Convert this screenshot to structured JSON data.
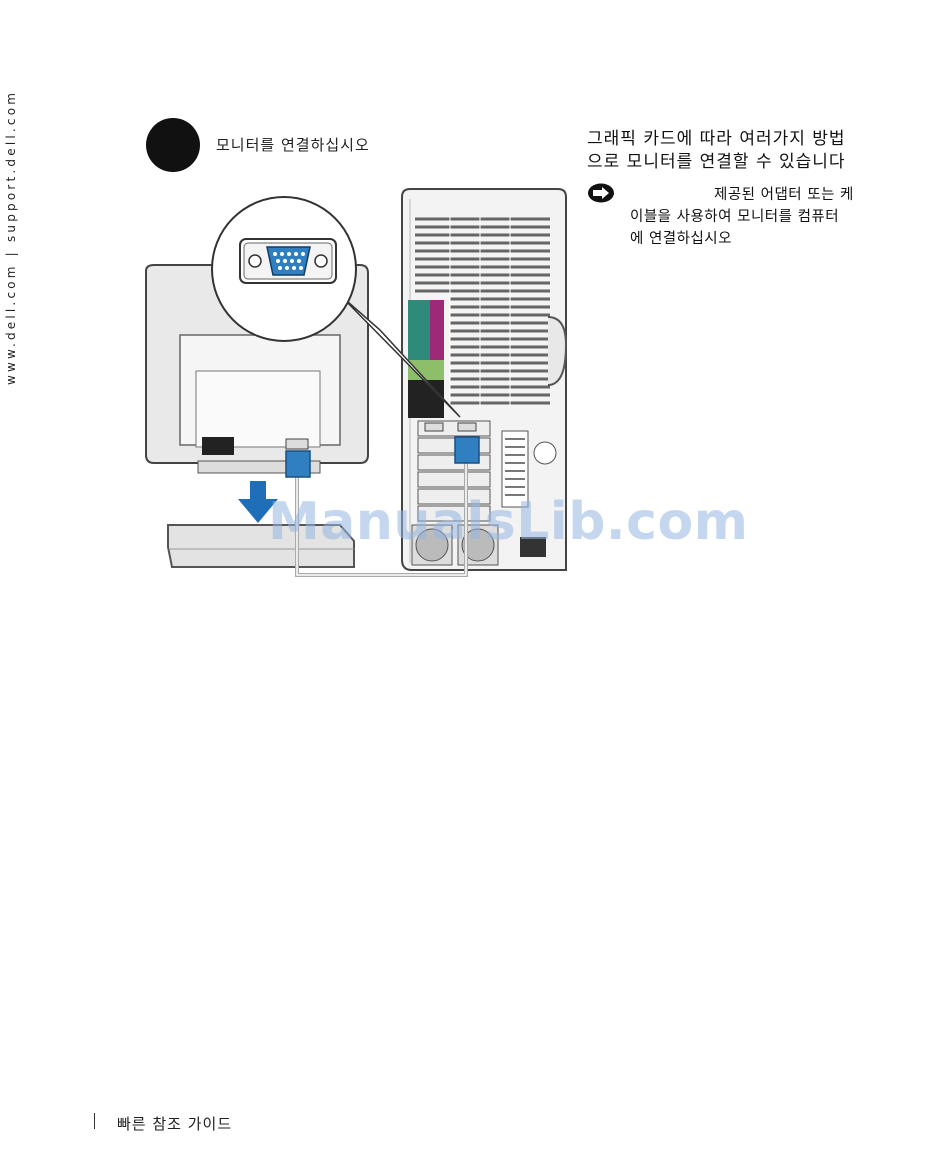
{
  "sidebar": {
    "url_text": "www.dell.com | support.dell.com"
  },
  "step": {
    "title": "모니터를 연결하십시오"
  },
  "intro": {
    "line1": "그래픽 카드에 따라 여러가지 방법",
    "line2": "으로 모니터를 연결할 수 있습니다"
  },
  "notice": {
    "icon": "notice-icon",
    "line1": "제공된 어댑터 또는 케",
    "line2": "이블을 사용하여 모니터를 컴퓨터",
    "line3": "에 연결하십시오"
  },
  "watermark": {
    "text": "ManualsLib.com"
  },
  "footer": {
    "text": "빠른 참조 가이드"
  },
  "colors": {
    "connector_blue": "#2f7fc1",
    "arrow_blue": "#1f6fb8",
    "watermark": "#96b4e1"
  }
}
